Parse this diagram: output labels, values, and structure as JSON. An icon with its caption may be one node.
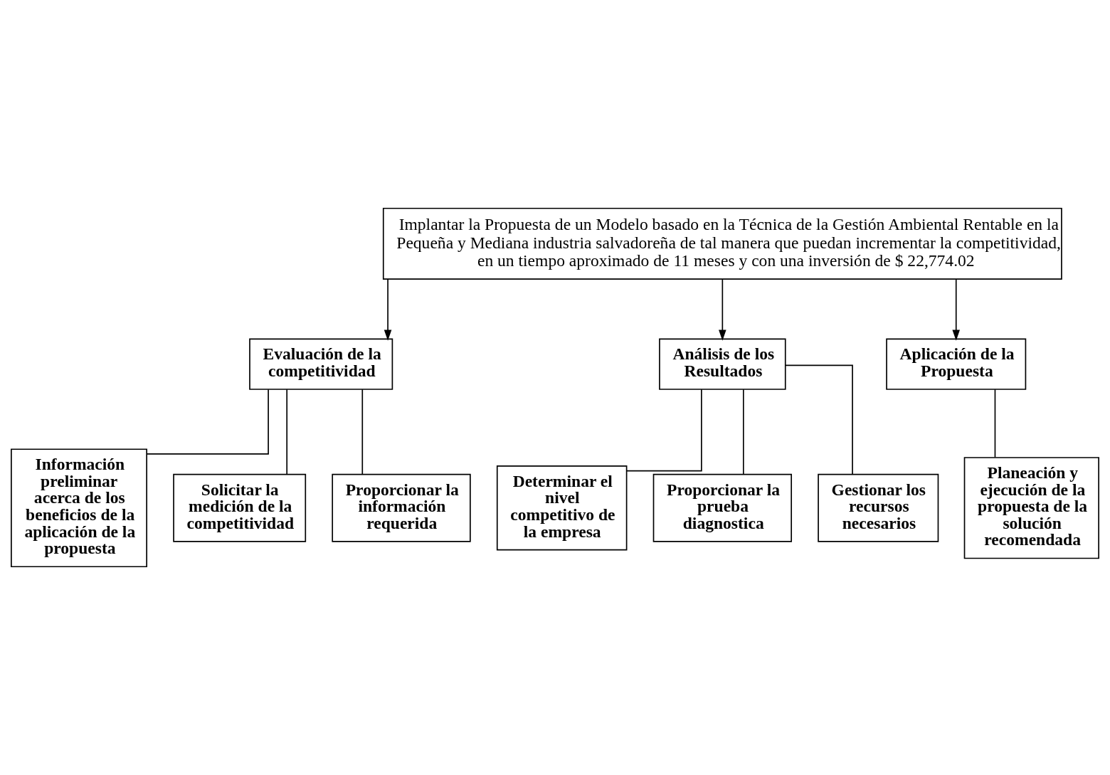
{
  "diagram": {
    "nodes": [
      {
        "text": [
          "Implantar la Propuesta de un Modelo basado en la Técnica de la Gestión Ambiental Rentable en la Pequeña y Mediana industria salvadoreña de tal manera que puedan incrementar la competitividad, en un tiempo aproximado de 11 meses y con una inversión de $ 22,774.02"
        ]
      },
      {
        "text": [
          "Evaluación de la competitividad"
        ]
      },
      {
        "text": [
          "Análisis de los Resultados"
        ]
      },
      {
        "text": [
          "Aplicación de la Propuesta"
        ]
      },
      {
        "text": [
          "Información preliminar acerca de los beneficios de la aplicación de la propuesta"
        ]
      },
      {
        "text": [
          "Solicitar la medición de la competitividad"
        ]
      },
      {
        "text": [
          "Proporcionar la información requerida"
        ]
      },
      {
        "text": [
          "Determinar el nivel competitivo de la empresa"
        ]
      },
      {
        "text": [
          "Proporcionar la prueba diagnostica"
        ]
      },
      {
        "text": [
          "Gestionar los recursos necesarios"
        ]
      },
      {
        "text": [
          "Planeación y ejecución de la propuesta de la solución recomendada"
        ]
      }
    ],
    "edges": [
      {
        "from": 0,
        "to": 1,
        "arrow": "to"
      },
      {
        "from": 0,
        "to": 2,
        "arrow": "to"
      },
      {
        "from": 0,
        "to": 3,
        "arrow": "to"
      },
      {
        "from": 1,
        "to": 4,
        "arrow": "none"
      },
      {
        "from": 1,
        "to": 5,
        "arrow": "none"
      },
      {
        "from": 1,
        "to": 6,
        "arrow": "none"
      },
      {
        "from": 2,
        "to": 7,
        "arrow": "none"
      },
      {
        "from": 2,
        "to": 8,
        "arrow": "none"
      },
      {
        "from": 2,
        "to": 9,
        "arrow": "none"
      },
      {
        "from": 3,
        "to": 10,
        "arrow": "none"
      }
    ]
  }
}
